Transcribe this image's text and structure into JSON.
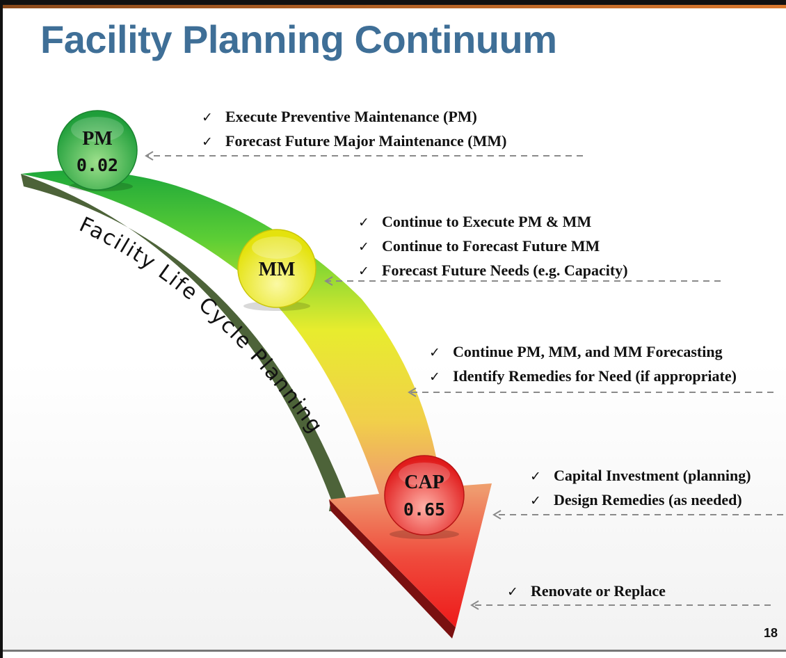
{
  "title": "Facility Planning Continuum",
  "arc_label": "Facility Life Cycle Planning",
  "nodes": {
    "pm": {
      "label": "PM",
      "value": "0.02"
    },
    "mm": {
      "label": "MM"
    },
    "cap": {
      "label": "CAP",
      "value": "0.65"
    }
  },
  "bullets": {
    "pm": [
      "Execute Preventive Maintenance (PM)",
      "Forecast Future Major Maintenance (MM)"
    ],
    "mm": [
      "Continue to Execute PM & MM",
      "Continue to Forecast Future MM",
      "Forecast Future Needs (e.g. Capacity)"
    ],
    "mid": [
      "Continue PM, MM, and MM Forecasting",
      "Identify Remedies for Need (if appropriate)"
    ],
    "cap": [
      "Capital Investment (planning)",
      "Design Remedies (as needed)"
    ],
    "end": [
      "Renovate or Replace"
    ]
  },
  "check_mark": "✓",
  "page_number": "18",
  "colors": {
    "title": "#3f6f97",
    "green": "#2fb84a",
    "yellow": "#f4ee1f",
    "red": "#ee2424",
    "dash": "#8a8a8a"
  }
}
